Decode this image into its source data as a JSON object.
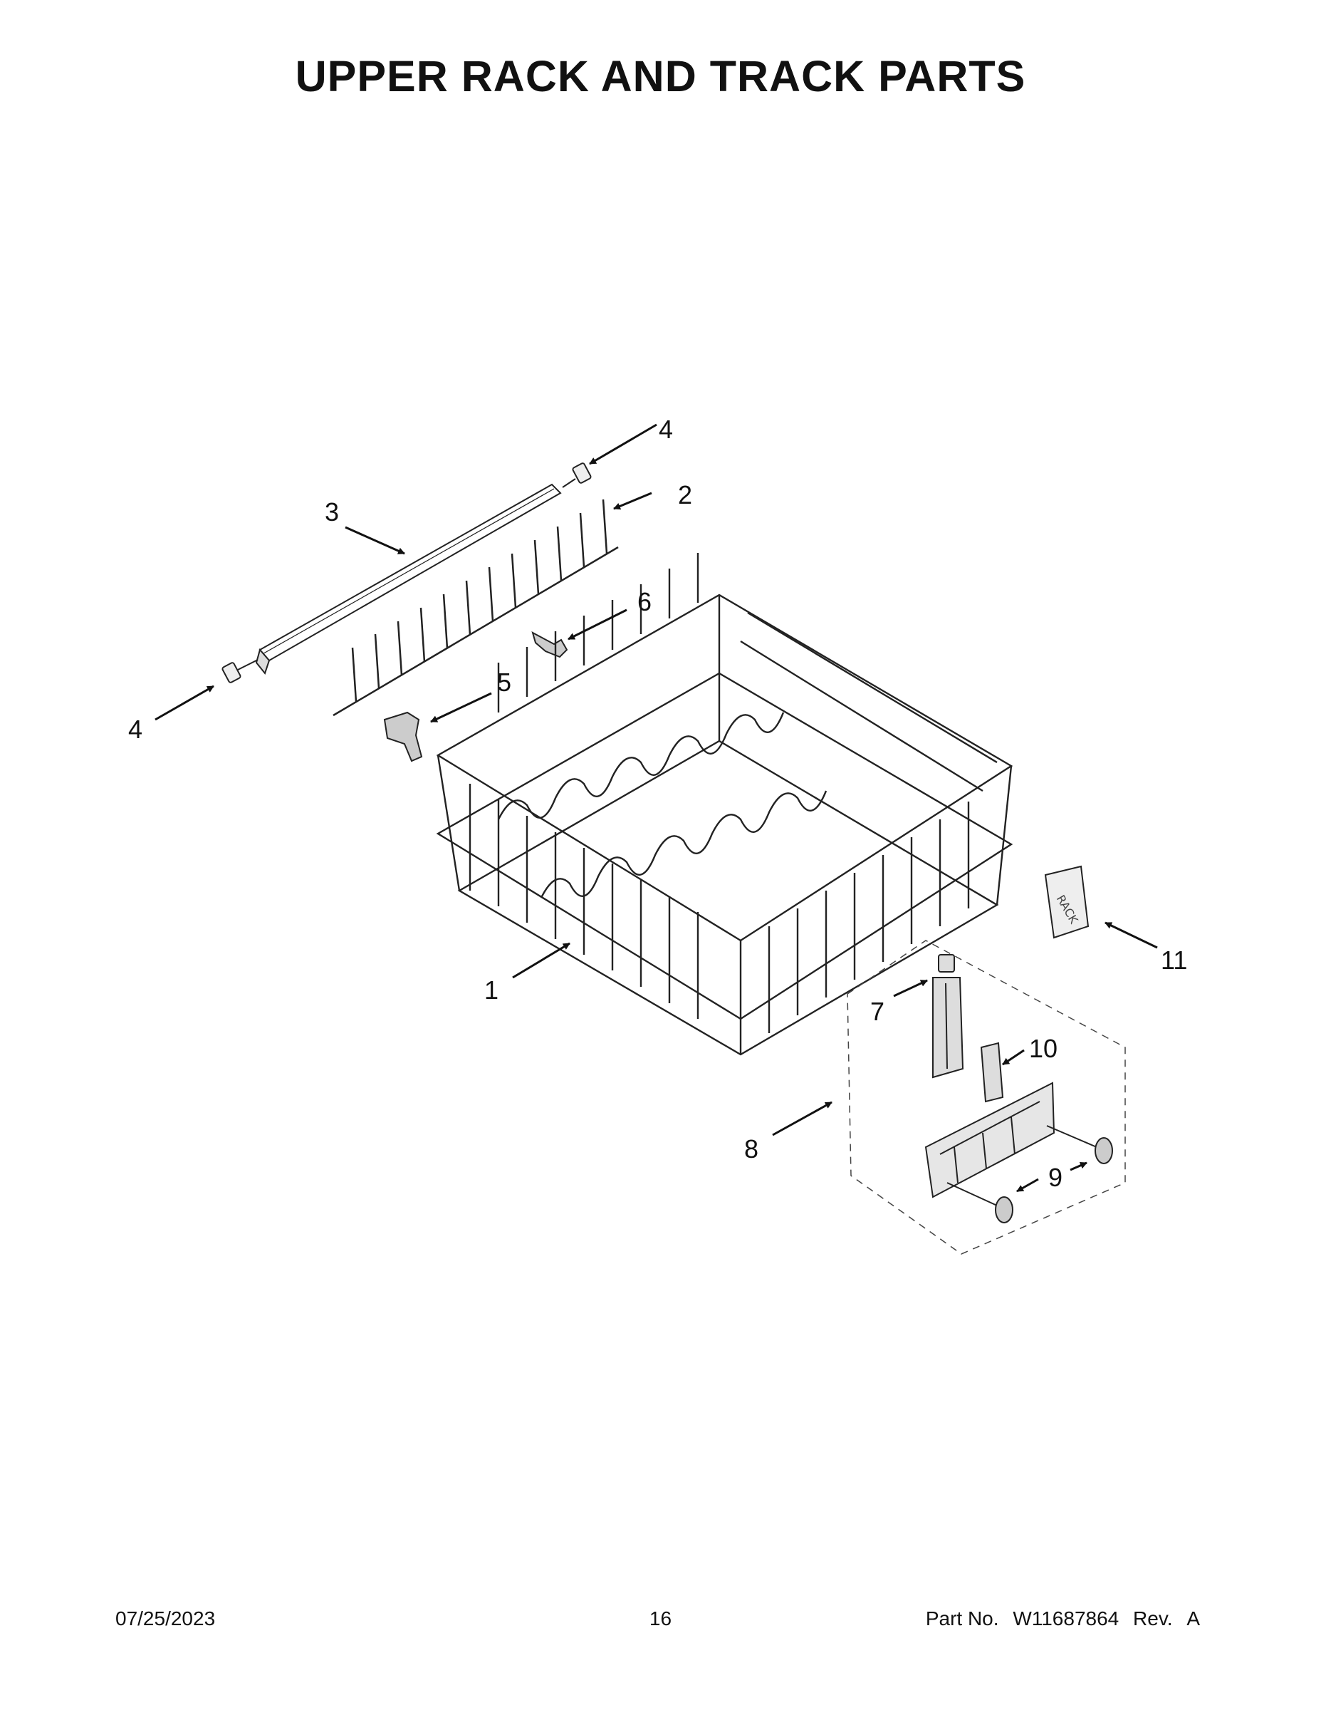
{
  "page": {
    "title": "UPPER RACK AND TRACK PARTS"
  },
  "callouts": {
    "c1": "1",
    "c2": "2",
    "c3": "3",
    "c4a": "4",
    "c4b": "4",
    "c5": "5",
    "c6": "6",
    "c7": "7",
    "c8": "8",
    "c9": "9",
    "c10": "10",
    "c11": "11"
  },
  "footer": {
    "date": "07/25/2023",
    "page_number": "16",
    "part_label": "Part No.",
    "part_number": "W11687864",
    "rev_label": "Rev.",
    "rev_value": "A"
  }
}
